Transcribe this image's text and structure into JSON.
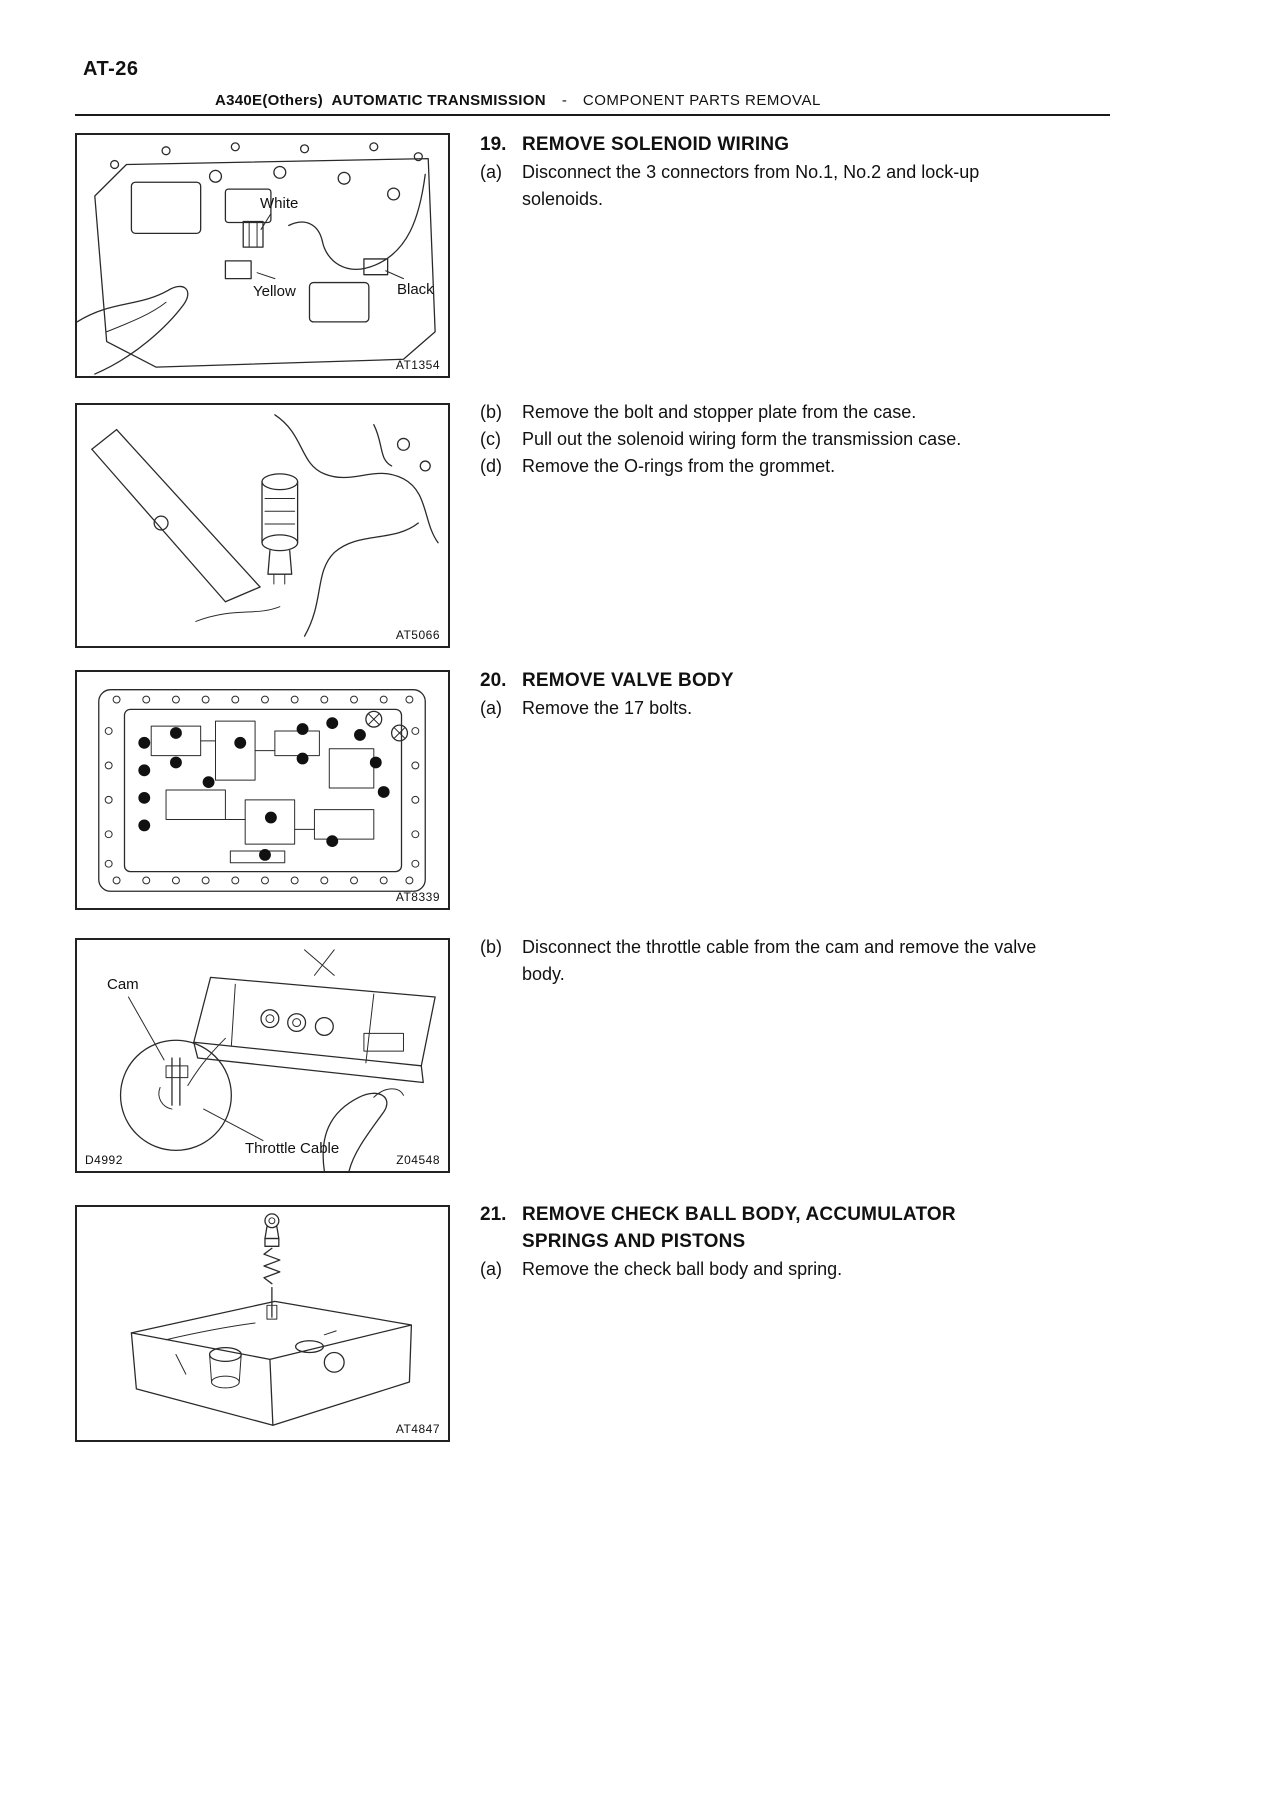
{
  "page": {
    "number": "AT-26",
    "header": {
      "model": "A340E(Others)  AUTOMATIC TRANSMISSION",
      "dash": "-",
      "section": "COMPONENT PARTS REMOVAL"
    }
  },
  "figures": [
    {
      "code": "AT1354",
      "labels": {
        "white": "White",
        "yellow": "Yellow",
        "black": "Black"
      }
    },
    {
      "code": "AT5066"
    },
    {
      "code": "AT8339"
    },
    {
      "code_left": "D4992",
      "code_right": "Z04548",
      "labels": {
        "cam": "Cam",
        "throttle_cable": "Throttle Cable"
      }
    },
    {
      "code": "AT4847"
    }
  ],
  "blocks": [
    {
      "heading": {
        "number": "19.",
        "title": "REMOVE SOLENOID WIRING"
      },
      "steps": [
        {
          "label": "(a)",
          "text": "Disconnect the 3 connectors from No.1, No.2 and lock-up solenoids."
        }
      ]
    },
    {
      "steps": [
        {
          "label": "(b)",
          "text": "Remove the bolt and stopper plate from the case."
        },
        {
          "label": "(c)",
          "text": "Pull out the solenoid wiring form the transmission case."
        },
        {
          "label": "(d)",
          "text": "Remove the O-rings from the grommet."
        }
      ]
    },
    {
      "heading": {
        "number": "20.",
        "title": "REMOVE VALVE BODY"
      },
      "steps": [
        {
          "label": "(a)",
          "text": "Remove the 17 bolts."
        }
      ]
    },
    {
      "steps": [
        {
          "label": "(b)",
          "text": "Disconnect the throttle cable from the cam and remove the valve body."
        }
      ]
    },
    {
      "heading": {
        "number": "21.",
        "title": "REMOVE CHECK BALL BODY, ACCUMULATOR SPRINGS AND PISTONS"
      },
      "steps": [
        {
          "label": "(a)",
          "text": "Remove the check ball body and spring."
        }
      ]
    }
  ]
}
